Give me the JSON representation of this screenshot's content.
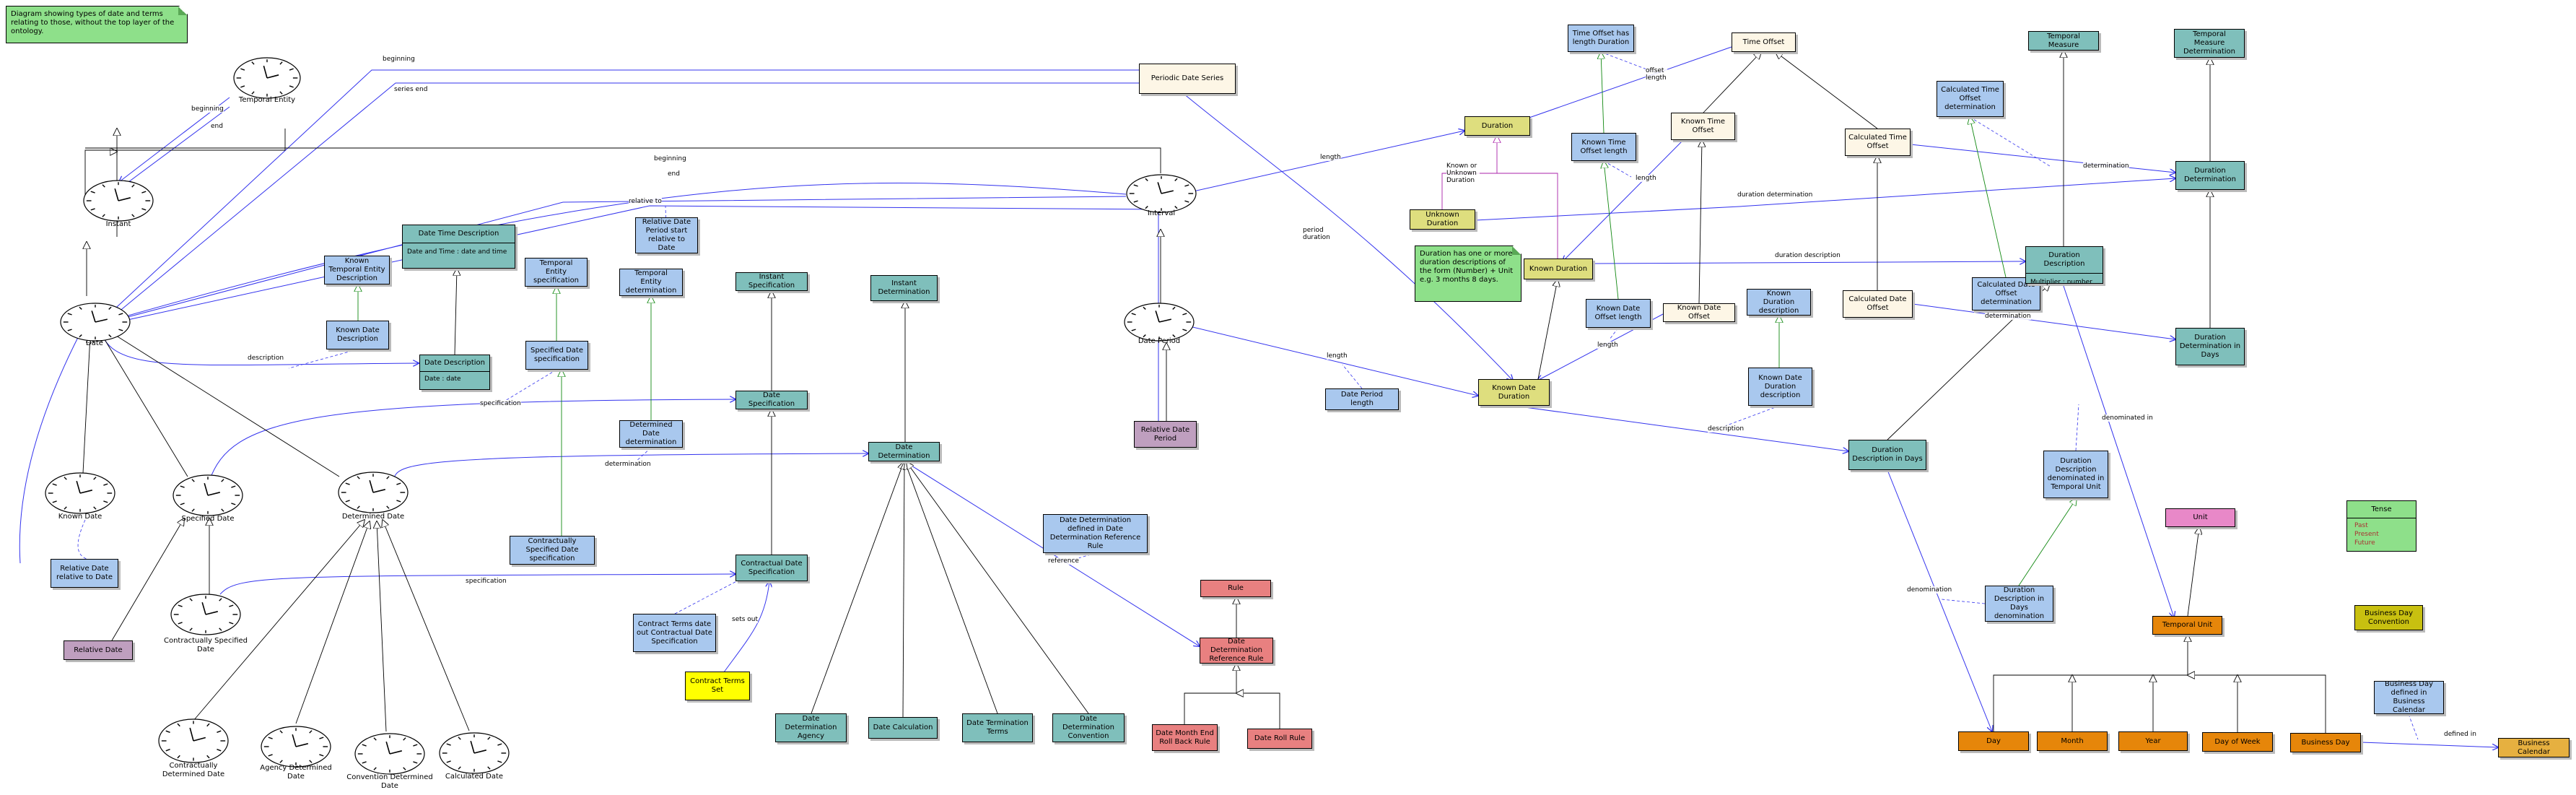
{
  "colors": {
    "teal": "#7fbfbb",
    "blue": "#a9c8ee",
    "cream": "#fdf6e6",
    "olive": "#dede7e",
    "mauve": "#bf9fbf",
    "red": "#e88080",
    "orange": "#e6860a",
    "yellow": "#ffff00",
    "gold": "#e6b040",
    "pink": "#e888c8",
    "mustard": "#c8c010",
    "note": "#8ee08a",
    "edge_blue": "#3333ee",
    "edge_green": "#118811",
    "edge_purple": "#aa22aa"
  },
  "notes": {
    "header": "Diagram showing types of date and terms relating to those, without the top layer of the ontology.",
    "duration": "Duration has one or more duration descriptions of the form (Number) + Unit e.g. 3 months 8 days."
  },
  "clocks": {
    "temporal_entity": "Temporal Entity",
    "instant": "Instant",
    "date": "Date",
    "known_date": "Known Date",
    "specified_date": "Specified Date",
    "determined_date": "Determined Date",
    "contractually_specified_date": "Contractually Specified Date",
    "contractually_determined_date": "Contractually Determined Date",
    "agency_determined_date": "Agency Determined Date",
    "convention_determined_date": "Convention Determined Date",
    "calculated_date": "Calculated Date",
    "interval": "Interval",
    "date_period": "Date Period"
  },
  "nodes": {
    "relative_date_relative_to_date": "Relative Date relative to Date",
    "relative_date": "Relative Date",
    "known_temporal_entity_description": "Known Temporal Entity Description",
    "known_date_description": "Known Date Description",
    "date_time_description": "Date Time Description",
    "date_time_description_attr": "Date and Time : date and time",
    "date_description": "Date Description",
    "date_description_attr": "Date : date",
    "temporal_entity_specification": "Temporal Entity specification",
    "specified_date_specification": "Specified Date specification",
    "relative_date_period_start": "Relative Date Period start relative to Date",
    "temporal_entity_determination": "Temporal Entity determination",
    "determined_date_determination": "Determined Date determination",
    "contractually_specified_date_specification": "Contractually Specified Date specification",
    "instant_specification": "Instant Specification",
    "date_specification": "Date Specification",
    "contractual_date_specification": "Contractual Date Specification",
    "contract_terms_date_out": "Contract Terms date out Contractual Date Specification",
    "contract_terms_set": "Contract Terms Set",
    "instant_determination": "Instant Determination",
    "date_determination": "Date Determination",
    "date_determination_agency": "Date Determination Agency",
    "date_calculation": "Date Calculation",
    "date_termination_terms": "Date Termination Terms",
    "date_determination_convention": "Date Determination Convention",
    "date_determination_defined_in": "Date Determination defined in Date Determination Reference Rule",
    "rule": "Rule",
    "date_determination_reference_rule": "Date Determination Reference Rule",
    "date_month_end_roll_back_rule": "Date Month End Roll Back Rule",
    "date_roll_rule": "Date Roll Rule",
    "periodic_date_series": "Periodic Date Series",
    "relative_date_period": "Relative Date Period",
    "date_period_length": "Date Period length",
    "duration": "Duration",
    "unknown_duration": "Unknown Duration",
    "known_duration": "Known Duration",
    "known_date_duration": "Known Date Duration",
    "time_offset_has_length_duration": "Time Offset has length Duration",
    "known_time_offset_length": "Known Time Offset length",
    "known_date_offset_length": "Known Date Offset length",
    "time_offset": "Time Offset",
    "known_time_offset": "Known Time Offset",
    "known_date_offset": "Known Date Offset",
    "known_duration_description": "Known Duration description",
    "known_date_duration_description": "Known Date Duration description",
    "calculated_time_offset_determination": "Calculated Time Offset determination",
    "calculated_time_offset": "Calculated Time Offset",
    "calculated_date_offset": "Calculated Date Offset",
    "calculated_date_offset_determination": "Calculated Date Offset determination",
    "temporal_measure": "Temporal Measure",
    "temporal_measure_determination": "Temporal Measure Determination",
    "duration_determination": "Duration Determination",
    "duration_description": "Duration Description",
    "duration_description_attr": "Multiplier : number",
    "duration_determination_in_days": "Duration Determination in Days",
    "duration_description_in_days": "Duration Description in Days",
    "duration_description_denominated": "Duration Description denominated in Temporal Unit",
    "duration_description_in_days_denomination": "Duration Description in Days denomination",
    "unit": "Unit",
    "temporal_unit": "Temporal Unit",
    "day": "Day",
    "month": "Month",
    "year": "Year",
    "day_of_week": "Day of Week",
    "business_day": "Business Day",
    "business_day_defined_in_calendar": "Business Day defined in Business Calendar",
    "business_calendar": "Business Calendar",
    "business_day_convention": "Business Day Convention"
  },
  "tense": {
    "title": "Tense",
    "items": [
      "Past",
      "Present",
      "Future"
    ]
  },
  "edge_labels": {
    "beginning_te": "beginning",
    "end_te": "end",
    "beginning_pds": "beginning",
    "series_end": "series end",
    "beginning_interval": "beginning",
    "end_interval": "end",
    "relative_to": "relative to",
    "description": "description",
    "specification_1": "specification",
    "determination": "determination",
    "specification_2": "specification",
    "sets_out": "sets out",
    "reference": "reference",
    "period_duration": "period duration",
    "length_interval": "length",
    "length_period": "length",
    "known_or_unknown": "Known or Unknown Duration",
    "offset_length": "offset length",
    "length_ktol": "length",
    "length_kdol": "length",
    "duration_determination": "duration determination",
    "duration_description": "duration description",
    "determination_cto": "determination",
    "determination_cdo": "determination",
    "description_kdd": "description",
    "denominated_in": "denominated in",
    "denomination": "denomination",
    "defined_in": "defined in"
  }
}
